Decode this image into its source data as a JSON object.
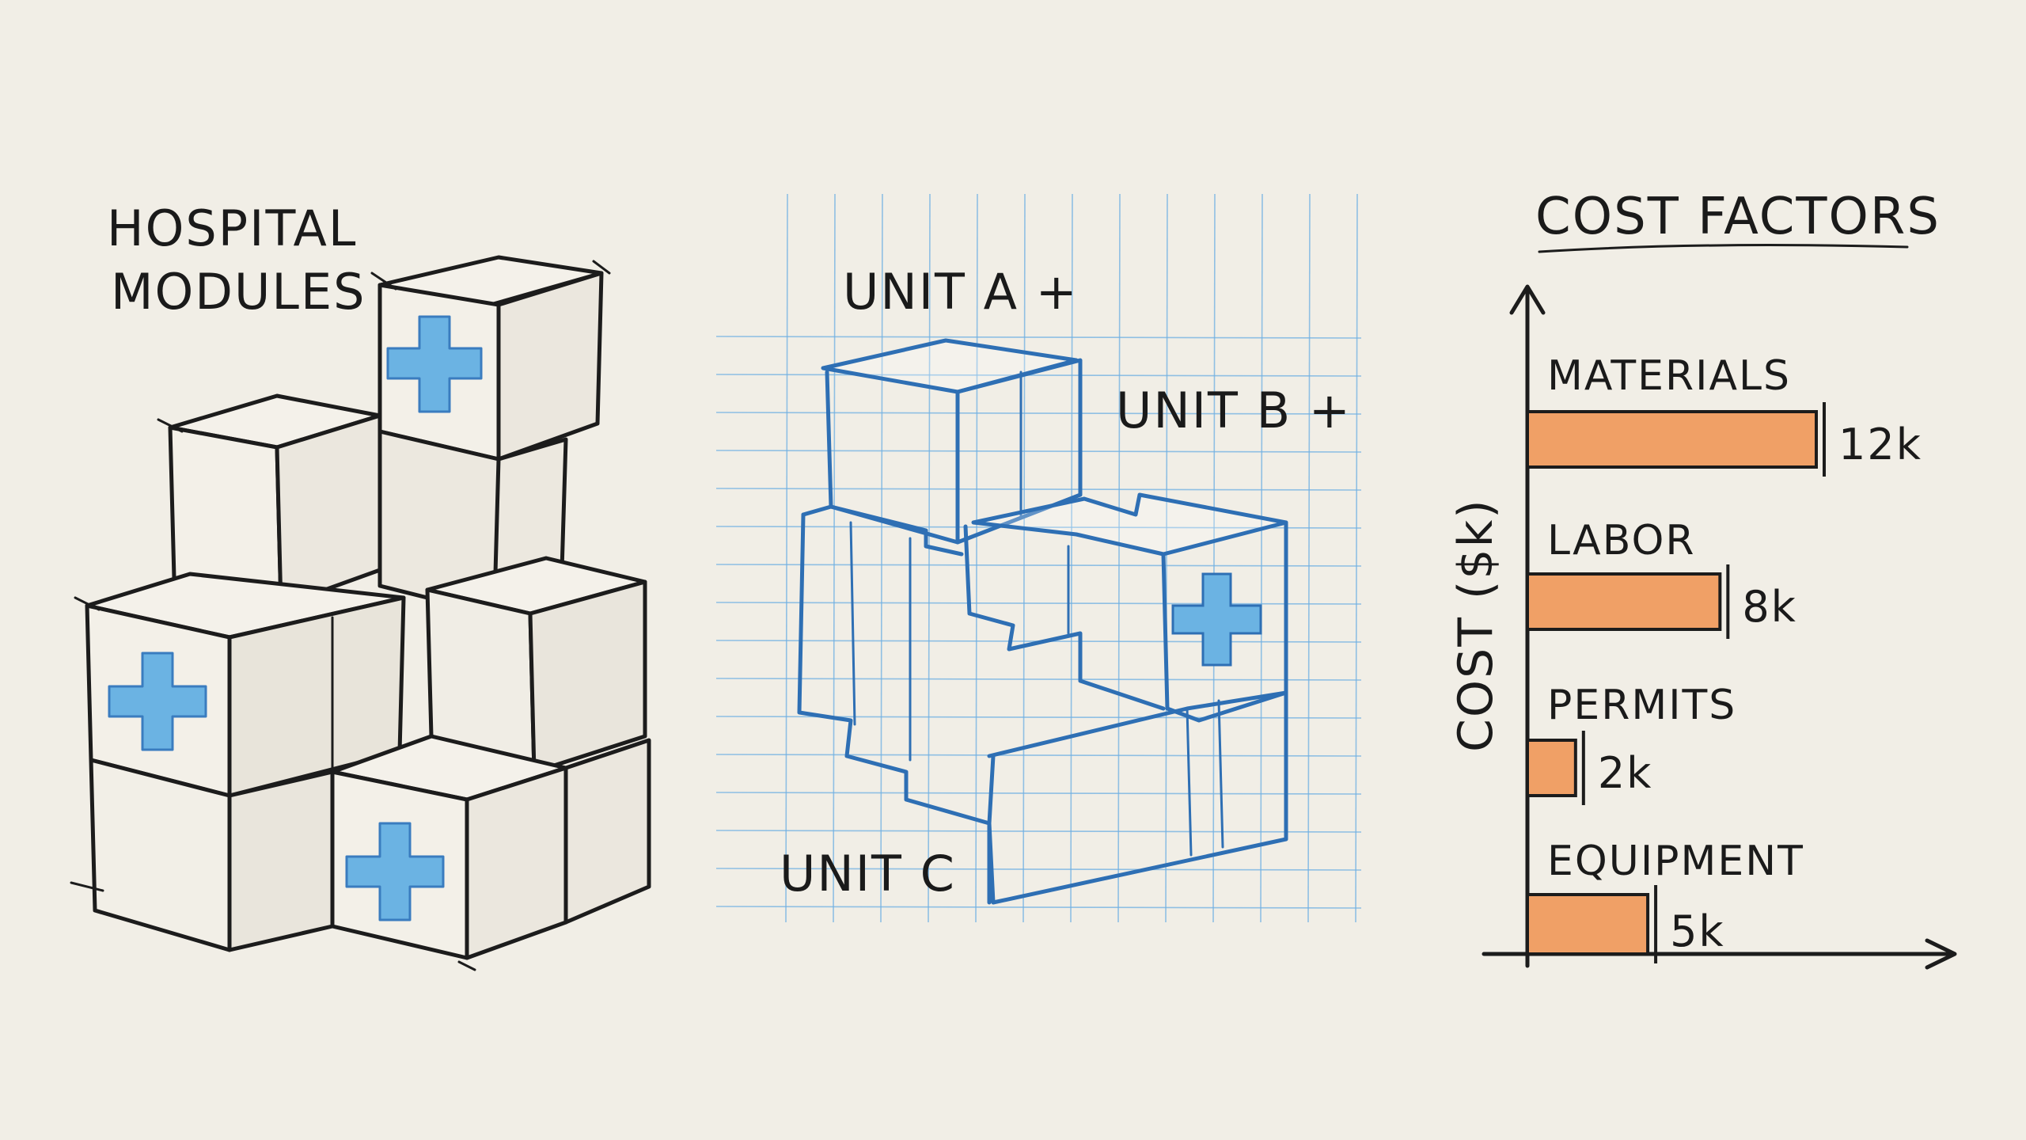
{
  "left_panel": {
    "title_line1": "HOSPITAL",
    "title_line2": "MODULES"
  },
  "blueprint": {
    "unit_a": "UNIT A +",
    "unit_b": "UNIT B +",
    "unit_c": "UNIT C"
  },
  "colors": {
    "paper": "#f1eee6",
    "ink": "#1c1c1c",
    "cross_blue": "#6bb3e3",
    "blueprint_blue": "#2e6fb4",
    "bar_orange": "#f0a066"
  },
  "chart_data": {
    "type": "bar",
    "orientation": "horizontal",
    "title": "COST FACTORS",
    "ylabel": "COST ($k)",
    "xlabel": "",
    "categories": [
      "MATERIALS",
      "LABOR",
      "PERMITS",
      "EQUIPMENT"
    ],
    "values": [
      12,
      8,
      2,
      5
    ],
    "value_labels": [
      "12k",
      "8k",
      "2k",
      "5k"
    ],
    "unit": "k",
    "grid": false,
    "legend": "none"
  }
}
